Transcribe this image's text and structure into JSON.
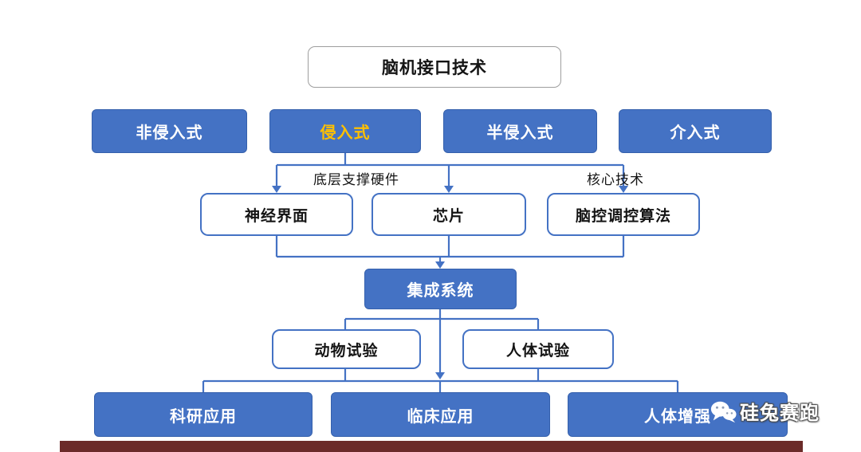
{
  "title": "脑机接口技术",
  "types": [
    {
      "label": "非侵入式",
      "highlight": false
    },
    {
      "label": "侵入式",
      "highlight": true
    },
    {
      "label": "半侵入式",
      "highlight": false
    },
    {
      "label": "介入式",
      "highlight": false
    }
  ],
  "annotations": {
    "hardware": "底层支撑硬件",
    "core_tech": "核心技术"
  },
  "components": [
    "神经界面",
    "芯片",
    "脑控调控算法"
  ],
  "system": "集成系统",
  "trials": [
    "动物试验",
    "人体试验"
  ],
  "applications": [
    "科研应用",
    "临床应用",
    "人体增强"
  ],
  "watermark": {
    "text": "硅兔赛跑"
  },
  "colors": {
    "box_blue": "#4472C4",
    "box_border": "#3560AC",
    "highlight_text": "#FFC000",
    "line_blue": "#4472C4",
    "top_box_border": "#9e9e9e",
    "bottom_bar": "#6B2B29"
  }
}
